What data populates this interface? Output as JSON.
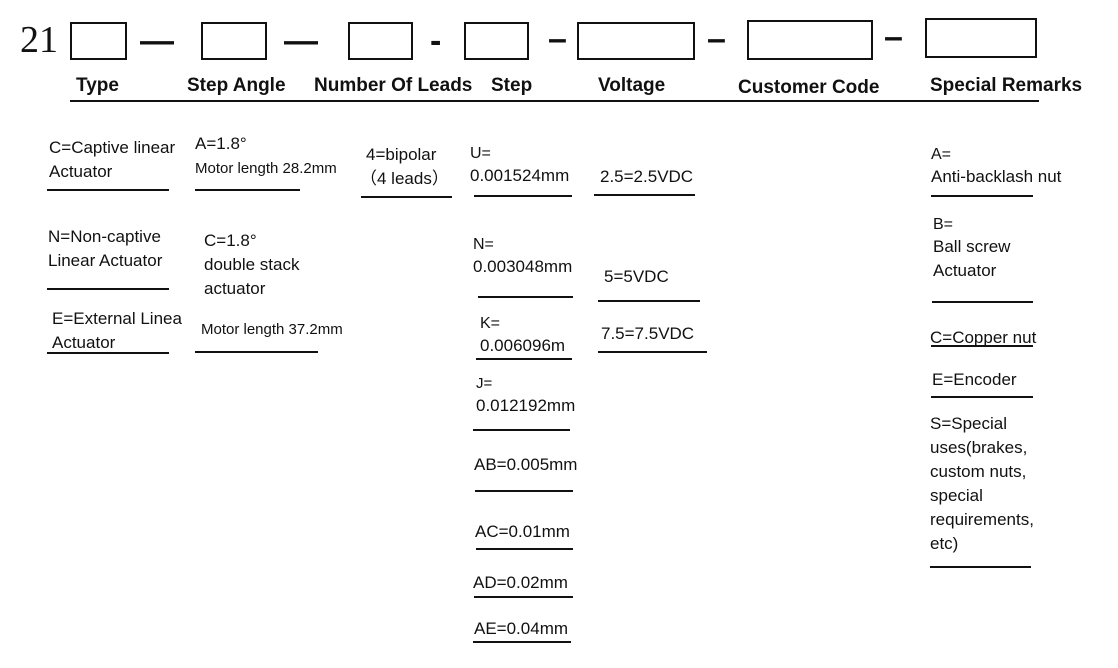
{
  "code_prefix": "21",
  "separators": [
    "—",
    "—",
    "-",
    "–",
    "–",
    "–"
  ],
  "headers": {
    "type": "Type",
    "step_angle": "Step Angle",
    "leads": "Number Of Leads",
    "step": "Step",
    "voltage": "Voltage",
    "customer_code": "Customer Code",
    "special_remarks": "Special Remarks"
  },
  "type_options": [
    [
      "C=Captive linear",
      "Actuator"
    ],
    [
      "N=Non-captive",
      "Linear Actuator"
    ],
    [
      "E=External Linea",
      "Actuator"
    ]
  ],
  "step_angle_options": [
    [
      "A=1.8°",
      "Motor length 28.2mm"
    ],
    [
      "C=1.8°",
      "double stack",
      "actuator",
      "Motor length 37.2mm"
    ]
  ],
  "leads_options": [
    [
      "4=bipolar",
      "（4 leads）"
    ]
  ],
  "step_options": [
    [
      "U=",
      "0.001524mm"
    ],
    [
      "N=",
      "0.003048mm"
    ],
    [
      "K=",
      "0.006096m"
    ],
    [
      "J=",
      "0.012192mm"
    ],
    [
      "AB=0.005mm"
    ],
    [
      "AC=0.01mm"
    ],
    [
      "AD=0.02mm"
    ],
    [
      "AE=0.04mm"
    ]
  ],
  "voltage_options": [
    "2.5=2.5VDC",
    "5=5VDC",
    "7.5=7.5VDC"
  ],
  "remark_options": [
    [
      "A=",
      "Anti-backlash nut"
    ],
    [
      "B=",
      "Ball screw",
      "Actuator"
    ],
    [
      "C=Copper nut"
    ],
    [
      "E=Encoder"
    ],
    [
      "S=Special",
      "uses(brakes,",
      "custom nuts,",
      "special",
      "requirements,",
      "etc)"
    ]
  ]
}
